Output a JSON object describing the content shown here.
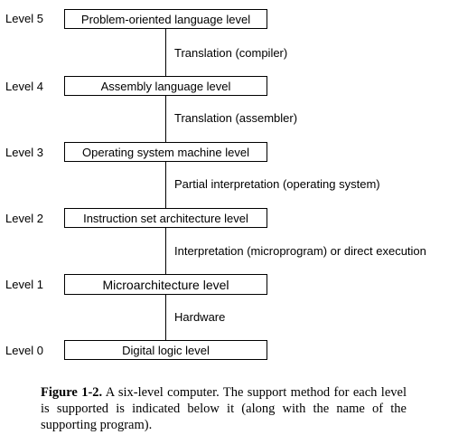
{
  "levels": [
    {
      "label": "Level 5",
      "box": "Problem-oriented language level"
    },
    {
      "label": "Level 4",
      "box": "Assembly language level"
    },
    {
      "label": "Level 3",
      "box": "Operating system machine level"
    },
    {
      "label": "Level 2",
      "box": "Instruction set architecture level"
    },
    {
      "label": "Level 1",
      "box": "Microarchitecture level"
    },
    {
      "label": "Level 0",
      "box": "Digital logic level"
    }
  ],
  "transitions": [
    "Translation (compiler)",
    "Translation (assembler)",
    "Partial interpretation (operating system)",
    "Interpretation (microprogram) or direct execution",
    "Hardware"
  ],
  "caption": {
    "label": "Figure 1-2.",
    "text": "A six-level computer. The support method for each level is supported is indicated below it (along with the name of the supporting program)."
  }
}
